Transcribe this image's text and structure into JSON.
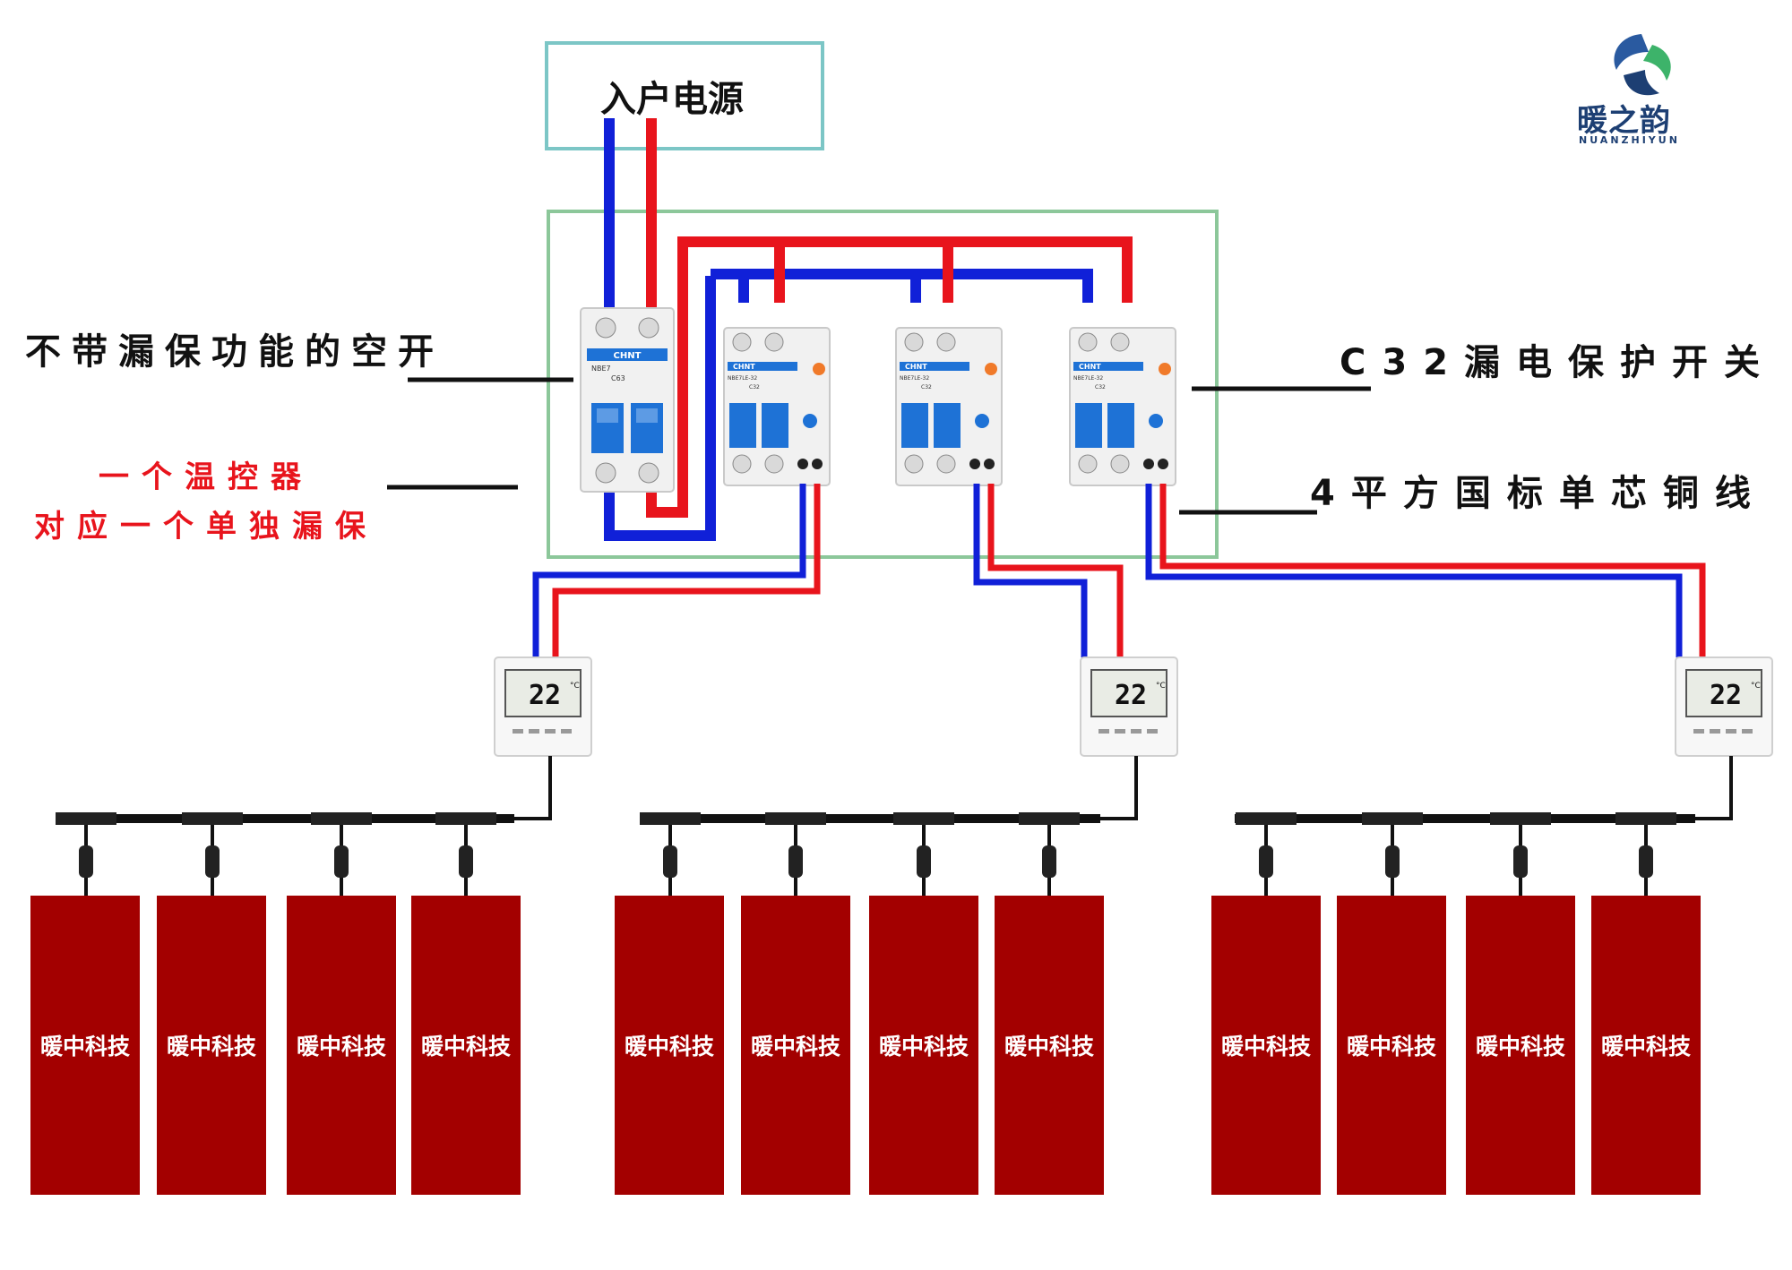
{
  "power": {
    "title": "入户电源"
  },
  "labels": {
    "main_breaker": "不带漏保功能的空开",
    "thermostat_line1": "一个温控器",
    "thermostat_line2": "对应一个单独漏保",
    "rcbo": "C32漏电保护开关",
    "wire": "4平方国标单芯铜线"
  },
  "logo": {
    "text": "暖之韵",
    "sub": "NUANZHIYUN",
    "icon": "swirl-logo-icon"
  },
  "breaker": {
    "brand": "CHNT",
    "model": "NBE7",
    "rating": "C63"
  },
  "rcbos": [
    {
      "brand": "CHNT",
      "model": "NBE7LE-32",
      "rating": "C32"
    },
    {
      "brand": "CHNT",
      "model": "NBE7LE-32",
      "rating": "C32"
    },
    {
      "brand": "CHNT",
      "model": "NBE7LE-32",
      "rating": "C32"
    }
  ],
  "thermostats": [
    {
      "temp": "22",
      "unit": "°C"
    },
    {
      "temp": "22",
      "unit": "°C"
    },
    {
      "temp": "22",
      "unit": "°C"
    }
  ],
  "panel_label": "暖中科技",
  "panel_groups": [
    [
      "暖中科技",
      "暖中科技",
      "暖中科技",
      "暖中科技"
    ],
    [
      "暖中科技",
      "暖中科技",
      "暖中科技",
      "暖中科技"
    ],
    [
      "暖中科技",
      "暖中科技",
      "暖中科技",
      "暖中科技"
    ]
  ],
  "colors": {
    "live": "#e8141c",
    "neutral": "#1020d8",
    "panel": "#a30000",
    "power_box": "#7cc6c6",
    "enclosure": "#8cc79a",
    "breaker_blue": "#1e72d6"
  }
}
